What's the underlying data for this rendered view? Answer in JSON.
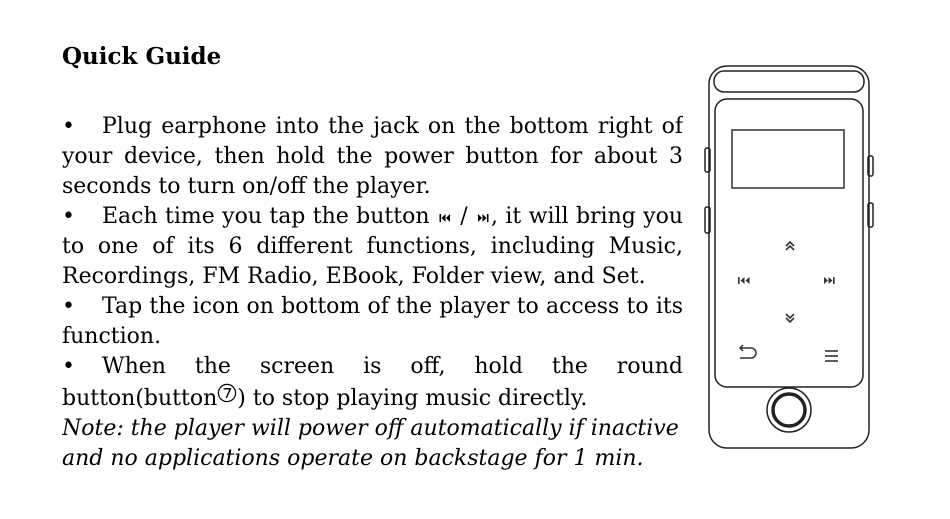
{
  "guide": {
    "title": "Quick Guide",
    "bullet_glyph": "•",
    "items": [
      {
        "text": "Plug earphone into the jack on the bottom right of your device, then hold the power button for about 3 seconds to turn on/off the player."
      },
      {
        "before": "Each time you tap the button",
        "separator": "/",
        "after": ", it will bring you to one of its 6 different functions, including Music, Recordings, FM Radio, EBook, Folder view, and Set."
      },
      {
        "text": "Tap the icon on bottom of the player to access to its function."
      },
      {
        "before": "When the screen is off, hold the round button(button",
        "after": ") to stop playing music directly."
      }
    ],
    "note": "Note: the player will power off automatically if inactive and no applications operate on backstage for 1 min."
  },
  "icons": {
    "prev": "skip-previous-icon",
    "next": "skip-next-icon",
    "round_button_ref": "circled-seven-icon",
    "player": "mp3-player-illustration"
  }
}
